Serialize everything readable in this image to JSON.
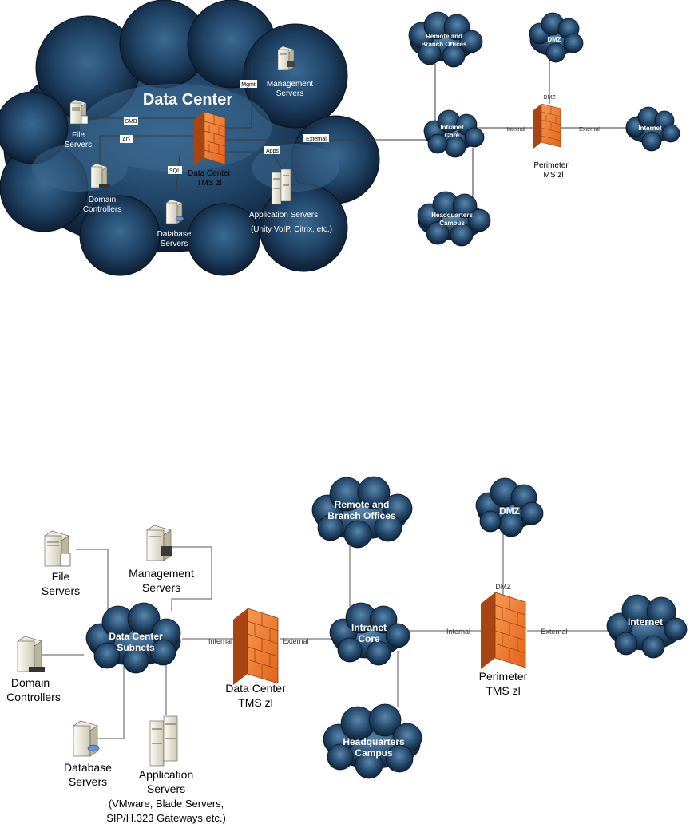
{
  "top_diagram": {
    "data_center_title": "Data Center",
    "nodes": {
      "file_servers": [
        "File",
        "Servers"
      ],
      "management_servers": [
        "Management",
        "Servers"
      ],
      "domain_controllers": [
        "Domain",
        "Controllers"
      ],
      "database_servers": [
        "Database",
        "Servers"
      ],
      "application_servers": [
        "Application Servers",
        "(Unity VoIP, Citrix, etc.)"
      ],
      "data_center_firewall": [
        "Data Center",
        "TMS zl"
      ],
      "perimeter_firewall": [
        "Perimeter",
        "TMS zl"
      ]
    },
    "clouds": {
      "remote_branch": [
        "Remote and",
        "Branch Offices"
      ],
      "dmz": [
        "DMZ"
      ],
      "intranet_core": [
        "Intranet",
        "Core"
      ],
      "internet": [
        "Internet"
      ],
      "headquarters": [
        "Headquarters",
        "Campus"
      ]
    },
    "link_labels": {
      "mgmt": "Mgmt",
      "smb": "SMB",
      "ad": "AD",
      "sql": "SQL",
      "apps": "Apps",
      "external": "External",
      "internal": "Internal",
      "perimeter_external": "External",
      "dmz": "DMZ"
    }
  },
  "bottom_diagram": {
    "nodes": {
      "file_servers": [
        "File",
        "Servers"
      ],
      "management_servers": [
        "Management",
        "Servers"
      ],
      "domain_controllers": [
        "Domain",
        "Controllers"
      ],
      "database_servers": [
        "Database",
        "Servers"
      ],
      "application_servers": [
        "Application",
        "Servers",
        "(VMware, Blade Servers,",
        "SIP/H.323 Gateways,etc.)"
      ],
      "data_center_firewall": [
        "Data Center",
        "TMS zl"
      ],
      "perimeter_firewall": [
        "Perimeter",
        "TMS zl"
      ]
    },
    "clouds": {
      "data_center_subnets": [
        "Data Center",
        "Subnets"
      ],
      "remote_branch": [
        "Remote and",
        "Branch Offices"
      ],
      "dmz": [
        "DMZ"
      ],
      "intranet_core": [
        "Intranet",
        "Core"
      ],
      "internet": [
        "Internet"
      ],
      "headquarters": [
        "Headquarters",
        "Campus"
      ]
    },
    "link_labels": {
      "internal": "Internal",
      "external": "External",
      "perimeter_internal": "Internal",
      "perimeter_external": "External",
      "dmz": "DMZ"
    }
  },
  "colors": {
    "cloud_dark": "#0c1c2e",
    "cloud_mid": "#2c5478",
    "cloud_light": "#8fb0cf",
    "firewall_face": "#f07a2c",
    "firewall_side": "#b94e10",
    "line": "#555555"
  }
}
